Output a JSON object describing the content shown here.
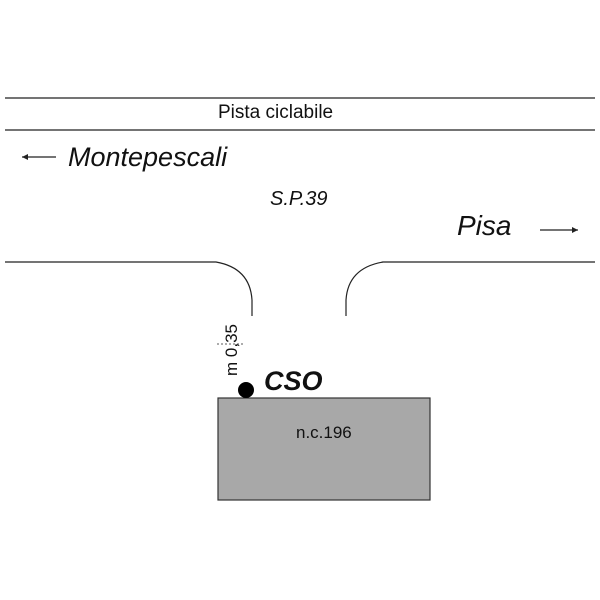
{
  "labels": {
    "bike_lane": "Pista ciclabile",
    "left_direction": "Montepescali",
    "road": "S.P.39",
    "right_direction": "Pisa",
    "measurement": "m 0,35",
    "point": "CSO",
    "building": "n.c.196"
  },
  "colors": {
    "building_fill": "#a8a8a8",
    "line": "#222222"
  }
}
